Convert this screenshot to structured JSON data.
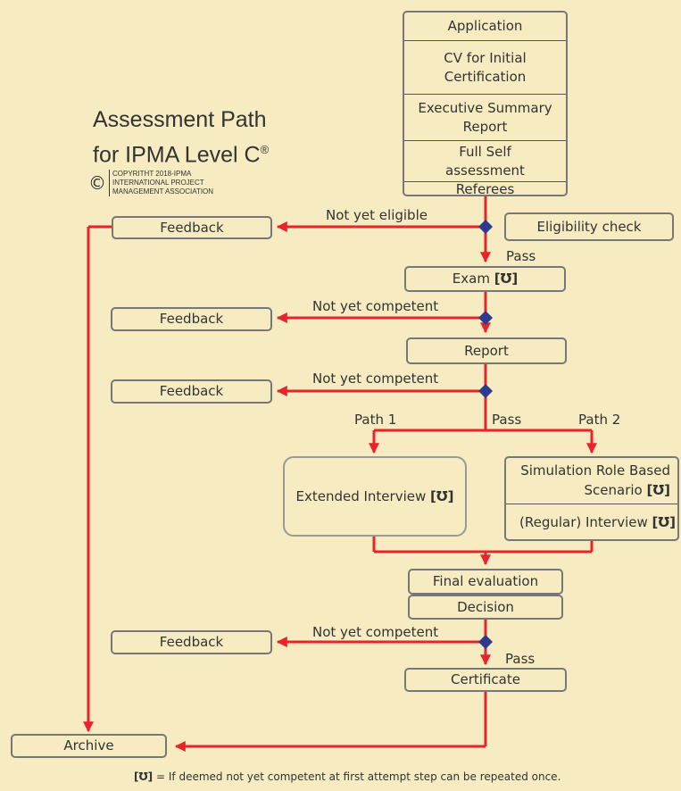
{
  "title": {
    "line1": "Assessment Path",
    "line2": "for IPMA Level C",
    "mark": "®"
  },
  "copyright": {
    "symbol": "©",
    "line1": "COPYRITHT 2018-IPMA",
    "line2": "INTERNATIONAL PROJECT",
    "line3": "MANAGEMENT ASSOCIATION"
  },
  "application": {
    "header": "Application",
    "cv": "CV for Initial Certification",
    "exec": "Executive Summary Report",
    "self": "Full Self assessment",
    "referees": "Referees"
  },
  "eligibility_check": "Eligibility check",
  "exam": "Exam",
  "report": "Report",
  "extended_interview": "Extended Interview",
  "simulation": "Simulation Role Based Scenario",
  "regular_interview": "(Regular) Interview",
  "final_evaluation": "Final evaluation",
  "decision": "Decision",
  "certificate": "Certificate",
  "archive": "Archive",
  "feedback": [
    "Feedback",
    "Feedback",
    "Feedback",
    "Feedback"
  ],
  "labels": {
    "not_yet_eligible": "Not yet eligible",
    "not_yet_competent_1": "Not yet competent",
    "not_yet_competent_2": "Not yet competent",
    "not_yet_competent_3": "Not yet competent",
    "pass_1": "Pass",
    "pass_2": "Pass",
    "pass_3": "Pass",
    "path1": "Path 1",
    "path2": "Path 2"
  },
  "repeat_icon": "[Ʊ]",
  "footnote": "= If deemed not yet competent at first attempt step can be repeated once.",
  "colors": {
    "arrow": "#e8232a",
    "diamond": "#2e3a8c",
    "border": "#777777",
    "background": "#f6ebc1"
  }
}
